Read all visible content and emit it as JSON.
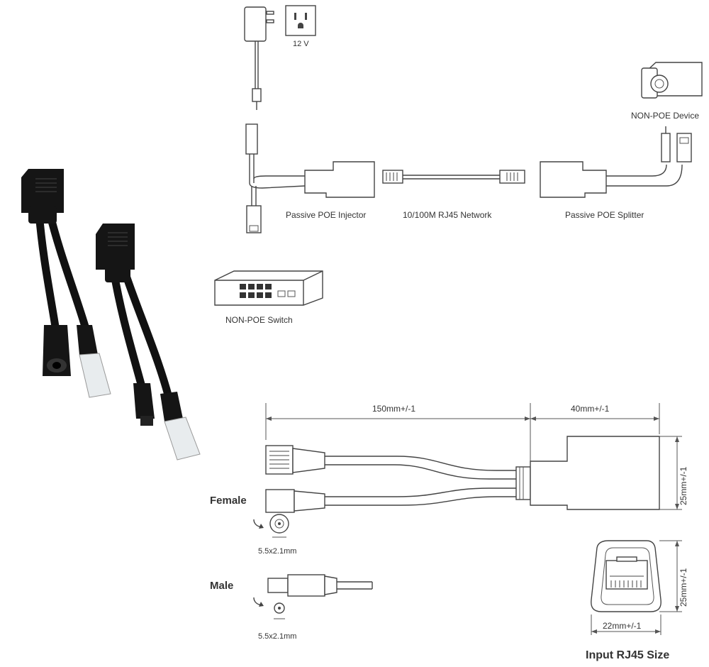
{
  "diagram": {
    "power_label": "12 V",
    "injector_label": "Passive POE Injector",
    "network_label": "10/100M RJ45 Network",
    "splitter_label": "Passive POE Splitter",
    "device_label": "NON-POE Device",
    "switch_label": "NON-POE Switch"
  },
  "dimensions": {
    "cable_length": "150mm+/-1",
    "box_length": "40mm+/-1",
    "box_height": "25mm+/-1",
    "female_label": "Female",
    "female_size": "5.5x2.1mm",
    "male_label": "Male",
    "male_size": "5.5x2.1mm",
    "rj45_height": "25mm+/-1",
    "rj45_width": "22mm+/-1",
    "rj45_caption": "Input RJ45 Size"
  }
}
